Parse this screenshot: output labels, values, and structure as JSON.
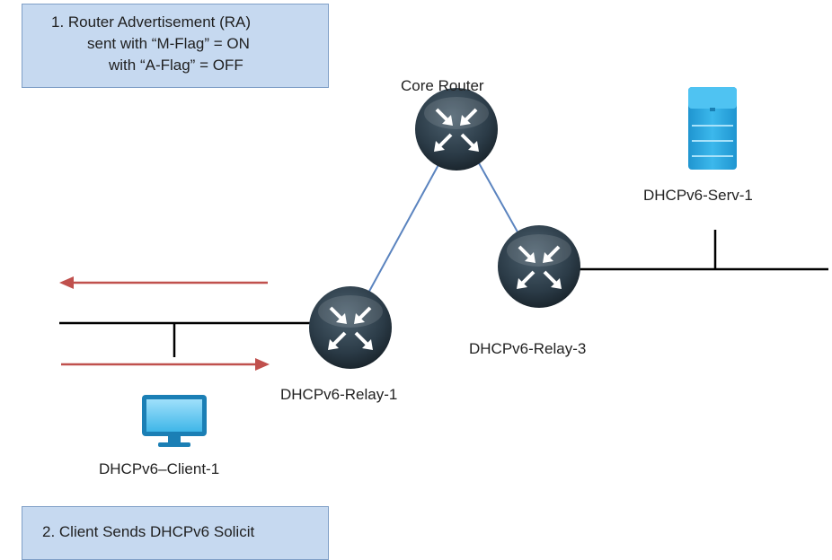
{
  "notes": {
    "step1": {
      "line1": "1.  Router Advertisement (RA)",
      "line2": "sent with “M-Flag” = ON",
      "line3": "with “A-Flag” = OFF"
    },
    "step2": {
      "line1": "2. Client Sends DHCPv6 Solicit"
    }
  },
  "nodes": {
    "core_router": "Core Router",
    "relay_1": "DHCPv6-Relay-1",
    "relay_3": "DHCPv6-Relay-3",
    "server": "DHCPv6-Serv-1",
    "client": "DHCPv6–Client-1"
  },
  "colors": {
    "router_body": "#2b3b47",
    "link_blue": "#5b84bf",
    "arrow_red": "#c0504d",
    "server_blue": "#29a8e0",
    "monitor_blue": "#29a8e0"
  }
}
